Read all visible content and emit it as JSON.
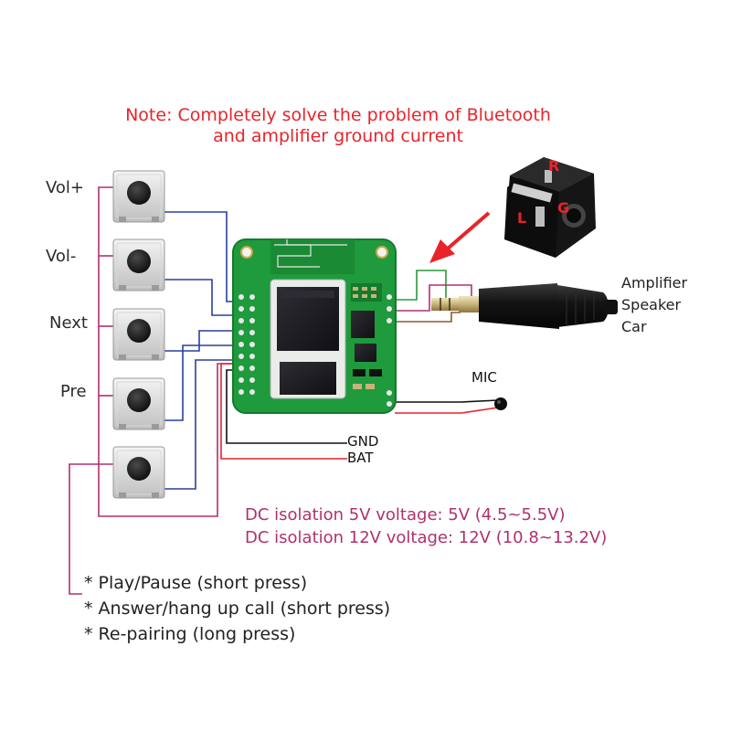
{
  "note": {
    "line1": "Note: Completely solve the problem of Bluetooth",
    "line2": "and amplifier ground current"
  },
  "buttons": [
    {
      "label": "Vol+"
    },
    {
      "label": "Vol-"
    },
    {
      "label": "Next"
    },
    {
      "label": "Pre"
    },
    {
      "label": ""
    }
  ],
  "jack_letters": {
    "r": "R",
    "g": "G",
    "l": "L"
  },
  "output": {
    "line1": "Amplifier",
    "line2": "Speaker",
    "line3": "Car"
  },
  "mic_label": "MIC",
  "gnd_label": "GND",
  "bat_label": "BAT",
  "dc": {
    "line1": "DC isolation 5V voltage: 5V (4.5~5.5V)",
    "line2": "DC isolation 12V voltage: 12V (10.8~13.2V)"
  },
  "functions": [
    "* Play/Pause (short press)",
    "* Answer/hang up call (short press)",
    "* Re-pairing (long press)"
  ],
  "colors": {
    "note_red": "#e8242a",
    "dc_magenta": "#b0306e",
    "wire_blue": "#2a3f9e",
    "wire_magenta": "#b0306e",
    "wire_green": "#2a9a3a",
    "wire_brown": "#8a5a2a",
    "pcb_green": "#1f9a3c"
  }
}
